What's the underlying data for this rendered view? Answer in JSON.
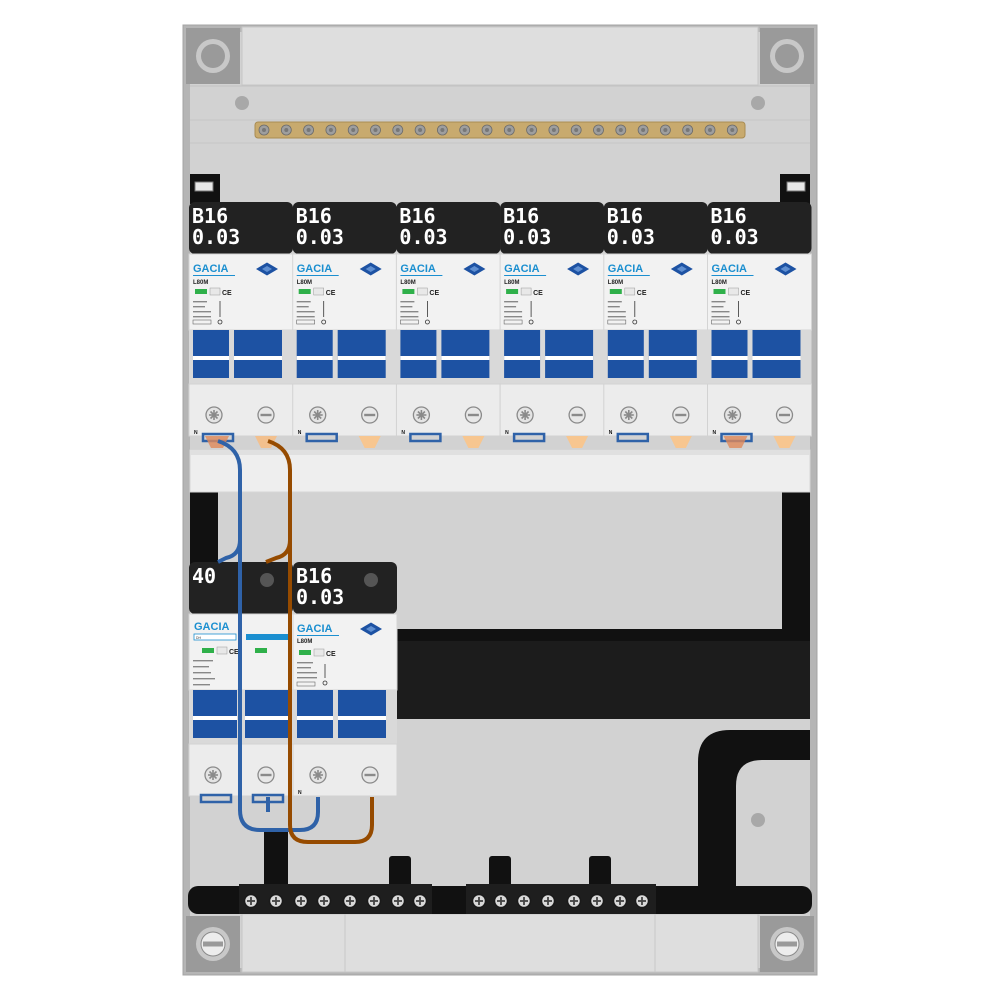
{
  "panel": {
    "title": "",
    "colors": {
      "frame": "#b5b5b5",
      "enclosure": "#d2d2d2",
      "busbar": "#111111",
      "wire_blue": "#2f62a8",
      "wire_brown": "#964b00",
      "brass": "#c8aa6e",
      "device_blue": "#1d52a3",
      "device_body": "#f2f2f2",
      "brand": "#1b8fd0",
      "indicator_green": "#2fb04a"
    }
  },
  "top_row": {
    "breakers": [
      {
        "rating": "B16",
        "sensitivity": "0.03",
        "brand": "GACIA",
        "model": "L80M",
        "neutral_mark": "N",
        "ce": "CE"
      },
      {
        "rating": "B16",
        "sensitivity": "0.03",
        "brand": "GACIA",
        "model": "L80M",
        "neutral_mark": "N",
        "ce": "CE"
      },
      {
        "rating": "B16",
        "sensitivity": "0.03",
        "brand": "GACIA",
        "model": "L80M",
        "neutral_mark": "N",
        "ce": "CE"
      },
      {
        "rating": "B16",
        "sensitivity": "0.03",
        "brand": "GACIA",
        "model": "L80M",
        "neutral_mark": "N",
        "ce": "CE"
      },
      {
        "rating": "B16",
        "sensitivity": "0.03",
        "brand": "GACIA",
        "model": "L80M",
        "neutral_mark": "N",
        "ce": "CE"
      },
      {
        "rating": "B16",
        "sensitivity": "0.03",
        "brand": "GACIA",
        "model": "L80M",
        "neutral_mark": "N",
        "ce": "CE"
      }
    ]
  },
  "bottom_row": {
    "main_switch": {
      "rating": "40",
      "brand": "GACIA",
      "type_badge": "DH",
      "ce": "CE"
    },
    "breaker": {
      "rating": "B16",
      "sensitivity": "0.03",
      "brand": "GACIA",
      "model": "L80M",
      "neutral_mark": "N",
      "ce": "CE"
    }
  }
}
